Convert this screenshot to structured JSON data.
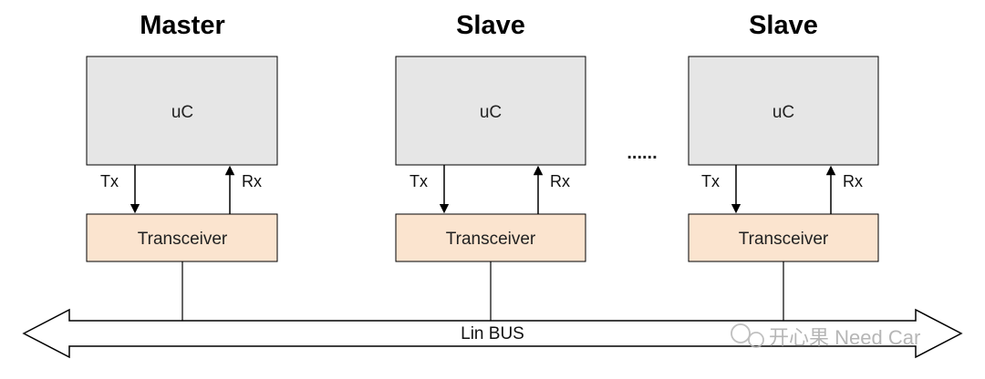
{
  "nodes": [
    {
      "title": "Master",
      "uc_label": "uC",
      "tx_label": "Tx",
      "rx_label": "Rx",
      "transceiver_label": "Transceiver"
    },
    {
      "title": "Slave",
      "uc_label": "uC",
      "tx_label": "Tx",
      "rx_label": "Rx",
      "transceiver_label": "Transceiver"
    },
    {
      "title": "Slave",
      "uc_label": "uC",
      "tx_label": "Tx",
      "rx_label": "Rx",
      "transceiver_label": "Transceiver"
    }
  ],
  "ellipsis": "......",
  "bus": {
    "label": "Lin BUS"
  },
  "watermark": {
    "text": "开心果 Need Car"
  },
  "colors": {
    "uc_fill": "#e6e6e6",
    "transceiver_fill": "#fbe4cf",
    "stroke": "#000000"
  }
}
